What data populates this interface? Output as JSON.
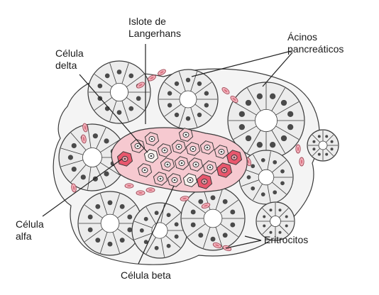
{
  "labels": {
    "islet": "Islote de\nLangerhans",
    "delta": "Célula\ndelta",
    "acini": "Ácinos\npancreáticos",
    "alpha": "Célula\nalfa",
    "erythrocytes": "Eritrocitos",
    "beta": "Célula beta"
  },
  "colors": {
    "outline": "#3a3a3a",
    "acinar_cell": "#ececec",
    "nucleus": "#4a4a4a",
    "beta_cell": "#f6c9d0",
    "alpha_cell": "#e8576d",
    "delta_cell": "#f7f2ee",
    "erythrocyte": "#f3b3bd",
    "tissue": "#f4f4f4"
  }
}
